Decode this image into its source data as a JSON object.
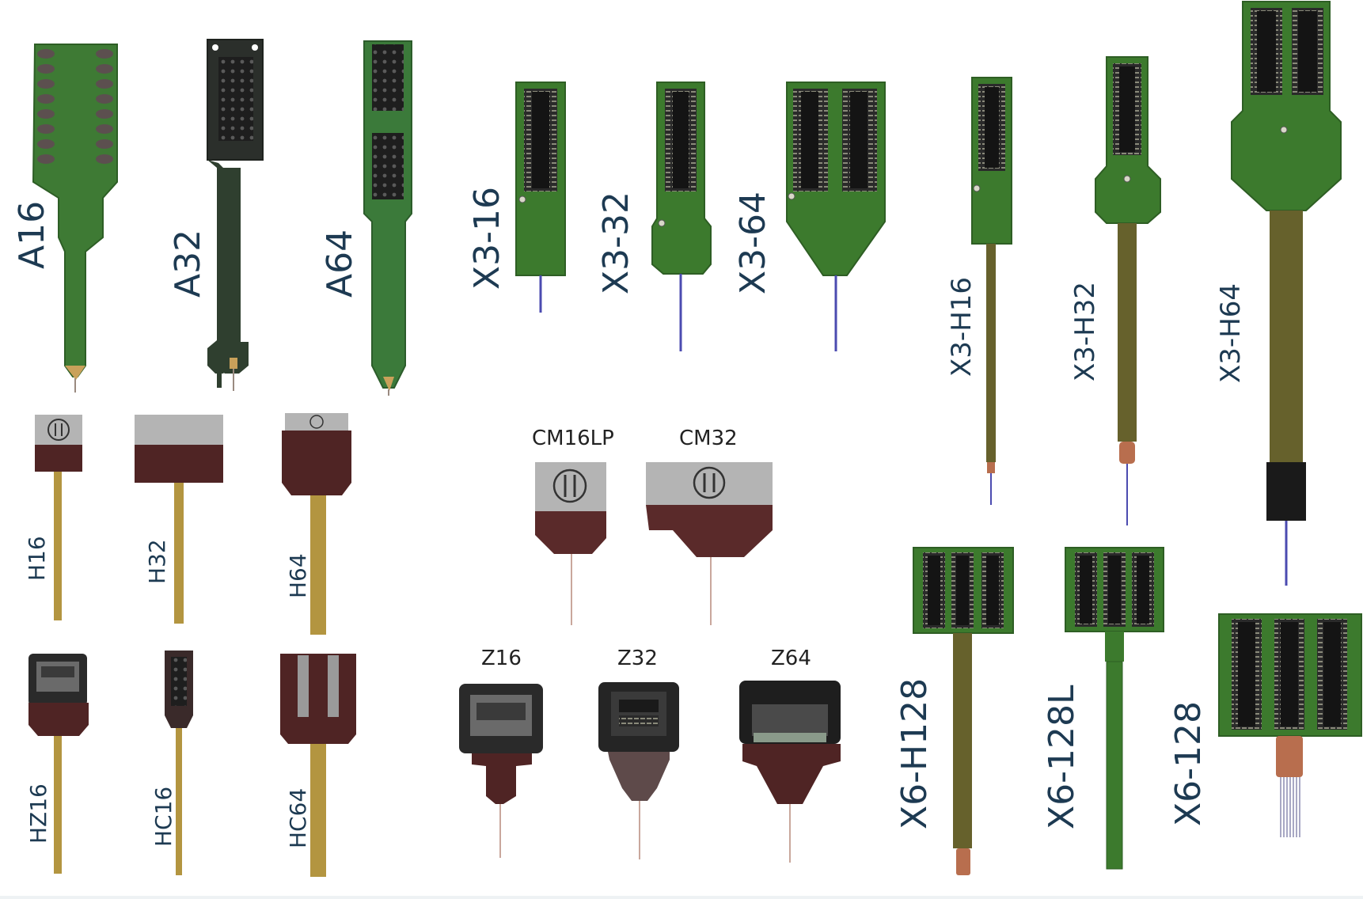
{
  "labels": {
    "A16": "A16",
    "A32": "A32",
    "A64": "A64",
    "X3_16": "X3-16",
    "X3_32": "X3-32",
    "X3_64": "X3-64",
    "X3_H16": "X3-H16",
    "X3_H32": "X3-H32",
    "X3_H64": "X3-H64",
    "H16": "H16",
    "H32": "H32",
    "H64": "H64",
    "HZ16": "HZ16",
    "HC16": "HC16",
    "HC64": "HC64",
    "CM16LP": "CM16LP",
    "CM32": "CM32",
    "Z16": "Z16",
    "Z32": "Z32",
    "Z64": "Z64",
    "X6_H128": "X6-H128",
    "X6_128L": "X6-128L",
    "X6_128": "X6-128"
  },
  "colors": {
    "label": "#1d3a52",
    "pcb_green": "#3f7a2f",
    "pcb_dark": "#2b3b2b",
    "connector": "#1c1c1c",
    "headstage_brown": "#4d2323",
    "headstage_gray": "#b9b9b9",
    "cable_gold": "#b39540",
    "shank_olive": "#67612d",
    "probe_blue": "#2f2f9a"
  },
  "icons": [
    "pcb-probe",
    "headstage-connector",
    "needle-tip"
  ]
}
